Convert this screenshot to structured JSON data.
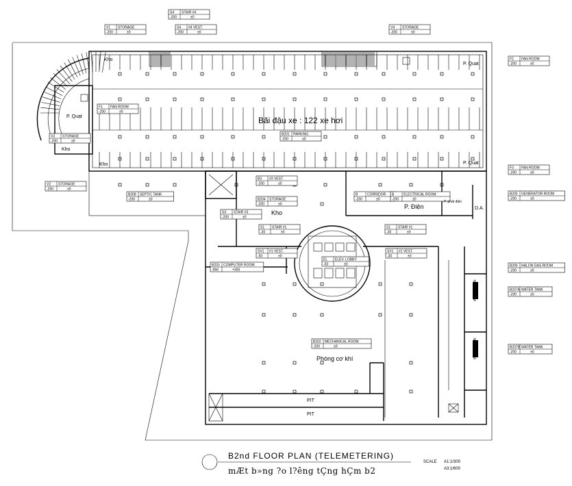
{
  "plan": {
    "title": "B2nd  FLOOR  PLAN  (TELEMETERING)",
    "subtitle": "mÆt b»ng ?o l?êng tÇng hÇm b2",
    "scale_label": "SCALE",
    "scale_a1": "A1:1/300",
    "scale_a3": "A3:1/600",
    "parking_label": "Bãi đậu xe : 122 xe hơi",
    "mech_label": "Phòng cơ khí",
    "elec_label": "P. Điện",
    "labels": {
      "kho_top": "Kho",
      "kho_left": "Kho",
      "kho_bottom": "Kho",
      "kho_center": "Kho",
      "p_quat_left": "P. Quạt",
      "p_quat_right_top": "P. Quạt",
      "p_quat_right_bottom": "P. Quạt",
      "da": "D.A.",
      "pit1": "PIT",
      "pit2": "PIT",
      "pmay": "P. phát điện",
      "water1": "WATER TANK",
      "water2": "WATER TANK"
    },
    "tags": [
      {
        "code": "V1",
        "name": "STORAGE",
        "v1": "-200",
        "v2": "±0"
      },
      {
        "code": "S4",
        "name": "STAIR #4",
        "v1": "-200",
        "v2": "±0"
      },
      {
        "code": "S4",
        "name": "#4 VEST.",
        "v1": "-200",
        "v2": "±0"
      },
      {
        "code": "V4",
        "name": "STORAGE",
        "v1": "-200",
        "v2": "±0"
      },
      {
        "code": "F2",
        "name": "FAN ROOM",
        "v1": "-200",
        "v2": "±0"
      },
      {
        "code": "F1",
        "name": "FAN ROOM",
        "v1": "-200",
        "v2": "±0"
      },
      {
        "code": "V3",
        "name": "STORAGE",
        "v1": "-200",
        "v2": "±0"
      },
      {
        "code": "B201",
        "name": "PARKING",
        "v1": "-200",
        "v2": "±0"
      },
      {
        "code": "F3",
        "name": "FAN ROOM",
        "v1": "-200",
        "v2": "±0"
      },
      {
        "code": "V2",
        "name": "STORAGE",
        "v1": "-200",
        "v2": "±0"
      },
      {
        "code": "B3",
        "name": "#3 VEST.",
        "v1": "-200",
        "v2": "±0"
      },
      {
        "code": "B205",
        "name": "GENERATOR ROOM",
        "v1": "-200",
        "v2": "±0"
      },
      {
        "code": "B208",
        "name": "SEPTIC TANK",
        "v1": "-200",
        "v2": "±0"
      },
      {
        "code": "B204",
        "name": "STORAGE",
        "v1": "-200",
        "v2": "±0"
      },
      {
        "code": "B",
        "name": "CORRIDOR",
        "v1": "-200",
        "v2": "±0"
      },
      {
        "code": "B",
        "name": "ELECTRICAL ROOM",
        "v1": "-200",
        "v2": "±0"
      },
      {
        "code": "S3",
        "name": "STAIR #3",
        "v1": "-200",
        "v2": "±0"
      },
      {
        "code": "S1",
        "name": "STAIR #1",
        "v1": "-30",
        "v2": "±0"
      },
      {
        "code": "S1",
        "name": "STAIR #1",
        "v1": "-30",
        "v2": "±0"
      },
      {
        "code": "SV1",
        "name": "#1 VEST.",
        "v1": "-50",
        "v2": "±0"
      },
      {
        "code": "SV1",
        "name": "#1 VEST.",
        "v1": "-30",
        "v2": "±0"
      },
      {
        "code": "EL",
        "name": "ELEV. LOBBY",
        "v1": "-50",
        "v2": "±0"
      },
      {
        "code": "B206",
        "name": "HALON GAS ROOM",
        "v1": "-200",
        "v2": "±0"
      },
      {
        "code": "B203",
        "name": "COMPUTER ROOM",
        "v1": "-950",
        "v2": "+350"
      },
      {
        "code": "B207A",
        "name": "WATER TANK",
        "v1": "-200",
        "v2": "±0"
      },
      {
        "code": "B202",
        "name": "MECHANICAL ROOM",
        "v1": "-200",
        "v2": "±0"
      },
      {
        "code": "B207B",
        "name": "WATER TANK",
        "v1": "-200",
        "v2": "±0"
      }
    ]
  }
}
